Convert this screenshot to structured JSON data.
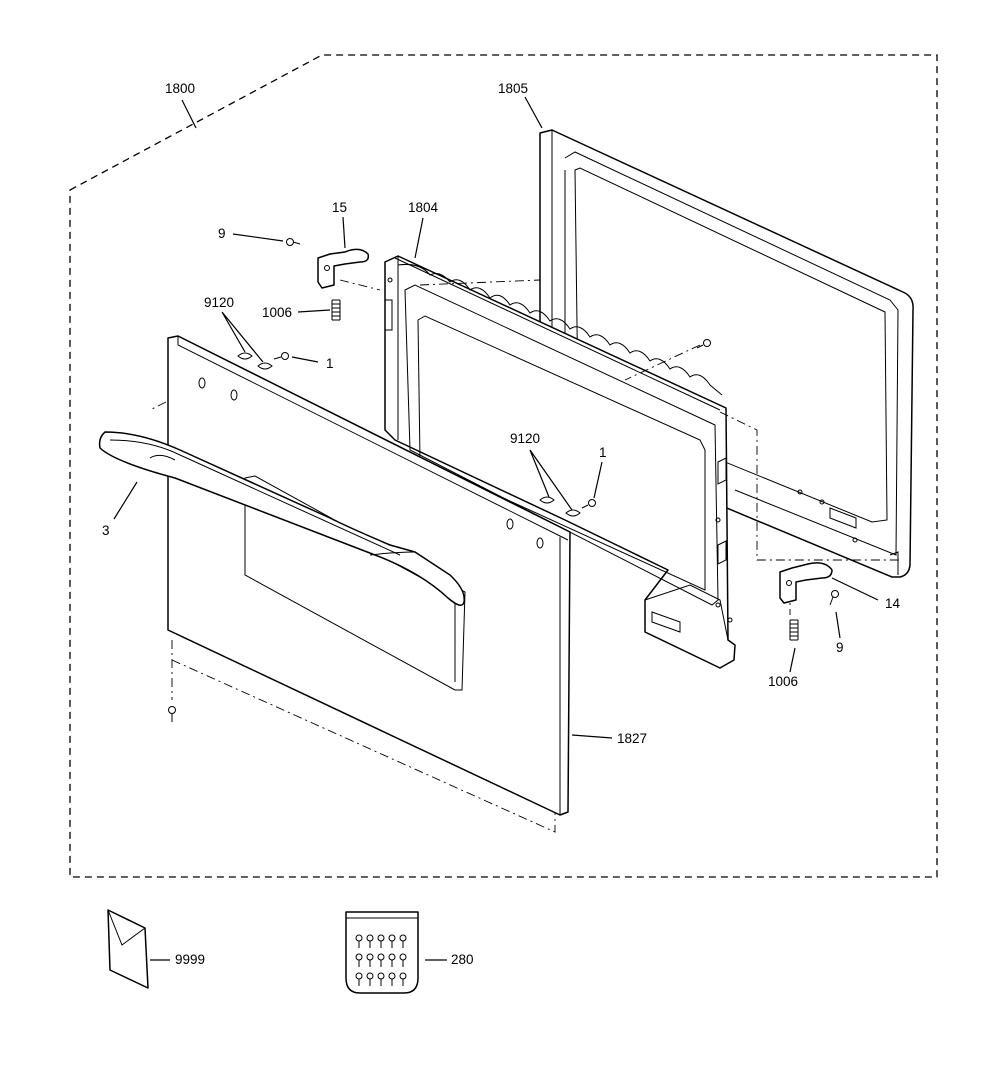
{
  "diagram": {
    "title": "",
    "callouts": {
      "assembly": "1800",
      "outer_frame": "1805",
      "inner_frame": "1804",
      "hinge_left": "15",
      "screw_left": "9",
      "spring_left": "1006",
      "plug_left": "9120",
      "screw_one_left": "1",
      "handle": "3",
      "plug_right": "9120",
      "screw_one_right": "1",
      "hinge_right": "14",
      "screw_right": "9",
      "spring_right": "1006",
      "door_panel": "1827",
      "literature": "9999",
      "hardware_kit": "280"
    }
  }
}
